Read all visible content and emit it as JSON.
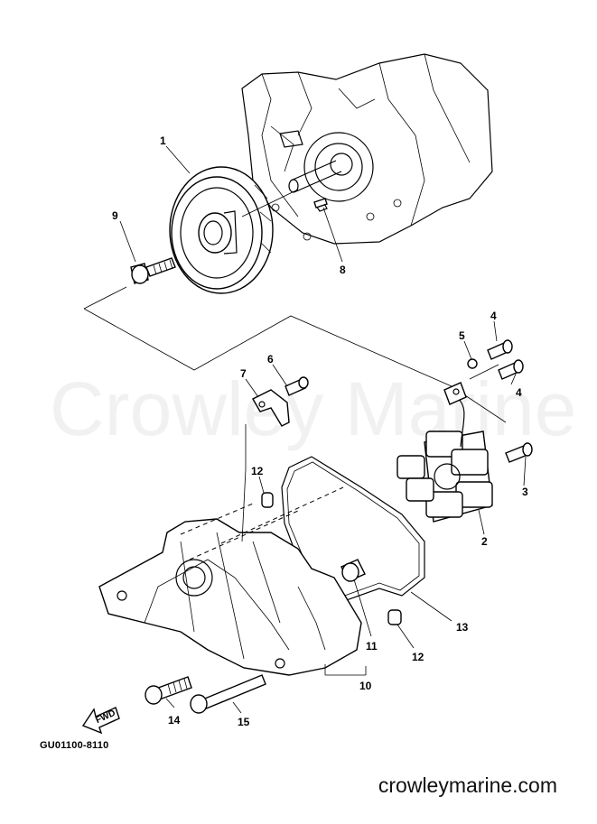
{
  "watermark_text": "Crowley Marine",
  "diagram_code": "GU01100-8110",
  "website": "crowleymarine.com",
  "fwd_label": "FWD",
  "callouts": {
    "c1": "1",
    "c2": "2",
    "c3": "3",
    "c4a": "4",
    "c4b": "4",
    "c5": "5",
    "c6": "6",
    "c7": "7",
    "c8": "8",
    "c9": "9",
    "c10": "10",
    "c11": "11",
    "c12a": "12",
    "c12b": "12",
    "c13": "13",
    "c14": "14",
    "c15": "15"
  }
}
